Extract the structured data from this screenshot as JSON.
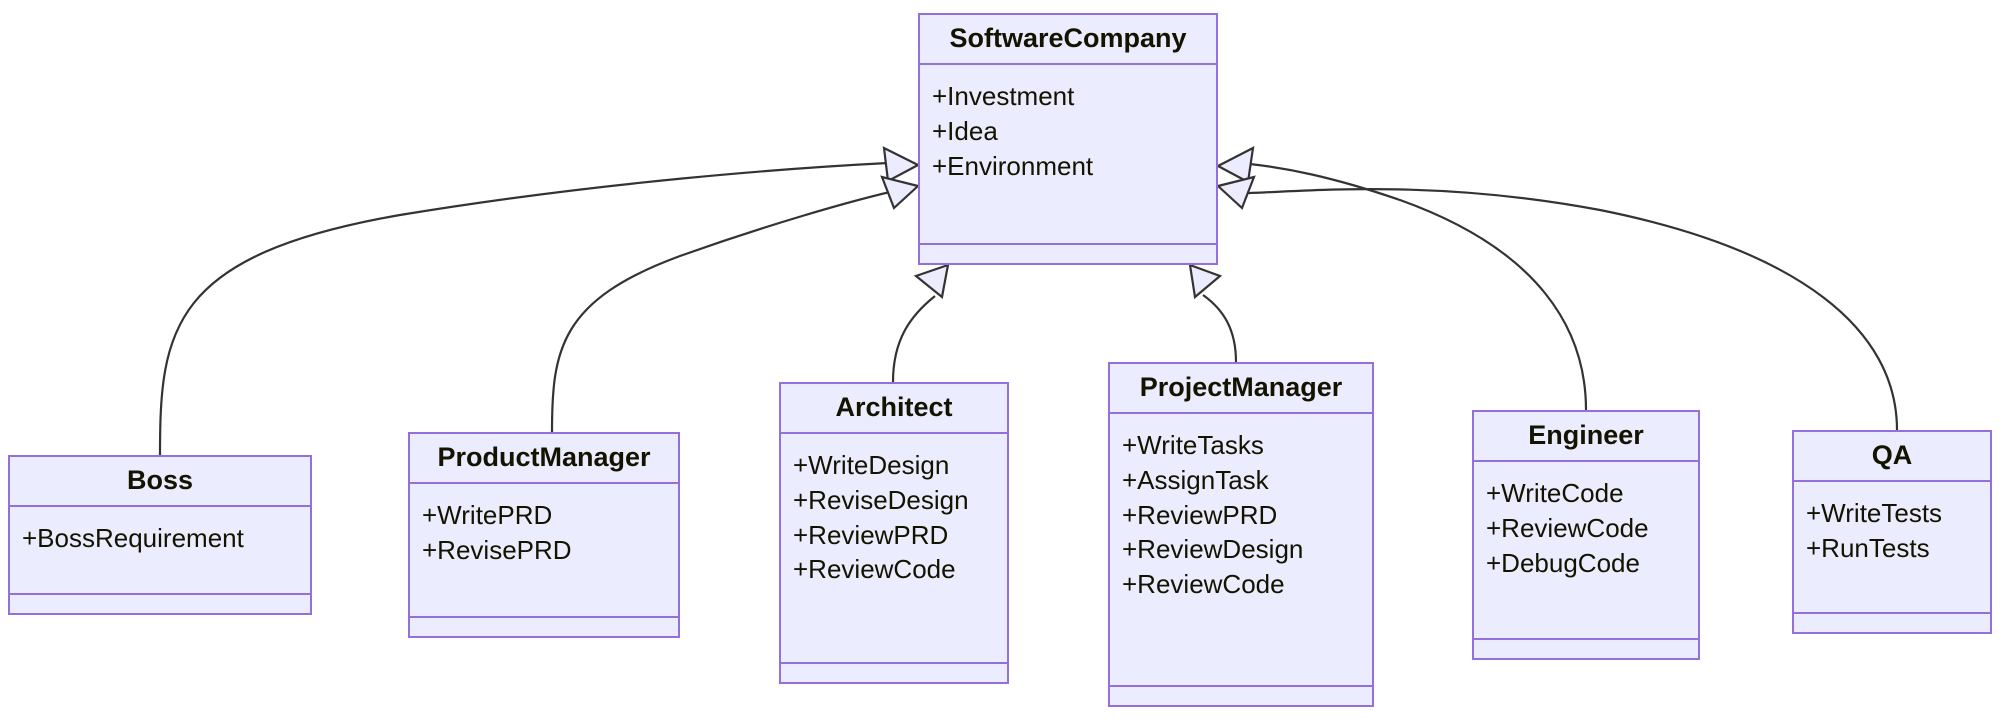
{
  "diagram": {
    "type": "uml-class-diagram",
    "title": "",
    "colors": {
      "node_fill": "#ECECFF",
      "node_border": "#9370DB",
      "edge_stroke": "#333333",
      "text": "#131300",
      "background": "#ffffff"
    },
    "relationship_type": "inheritance",
    "classes": [
      {
        "id": "software-company",
        "name": "SoftwareCompany",
        "members": [
          "+Investment",
          "+Idea",
          "+Environment"
        ],
        "methods": []
      },
      {
        "id": "boss",
        "name": "Boss",
        "members": [
          "+BossRequirement"
        ],
        "methods": []
      },
      {
        "id": "product-manager",
        "name": "ProductManager",
        "members": [
          "+WritePRD",
          "+RevisePRD"
        ],
        "methods": []
      },
      {
        "id": "architect",
        "name": "Architect",
        "members": [
          "+WriteDesign",
          "+ReviseDesign",
          "+ReviewPRD",
          "+ReviewCode"
        ],
        "methods": []
      },
      {
        "id": "project-manager",
        "name": "ProjectManager",
        "members": [
          "+WriteTasks",
          "+AssignTask",
          "+ReviewPRD",
          "+ReviewDesign",
          "+ReviewCode"
        ],
        "methods": []
      },
      {
        "id": "engineer",
        "name": "Engineer",
        "members": [
          "+WriteCode",
          "+ReviewCode",
          "+DebugCode"
        ],
        "methods": []
      },
      {
        "id": "qa",
        "name": "QA",
        "members": [
          "+WriteTests",
          "+RunTests"
        ],
        "methods": []
      }
    ],
    "edges": [
      {
        "from": "boss",
        "to": "software-company",
        "kind": "inheritance"
      },
      {
        "from": "product-manager",
        "to": "software-company",
        "kind": "inheritance"
      },
      {
        "from": "architect",
        "to": "software-company",
        "kind": "inheritance"
      },
      {
        "from": "project-manager",
        "to": "software-company",
        "kind": "inheritance"
      },
      {
        "from": "engineer",
        "to": "software-company",
        "kind": "inheritance"
      },
      {
        "from": "qa",
        "to": "software-company",
        "kind": "inheritance"
      }
    ]
  }
}
